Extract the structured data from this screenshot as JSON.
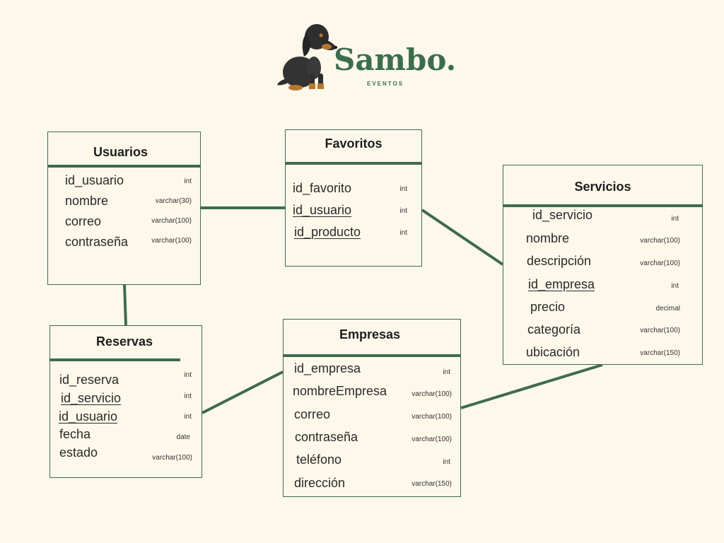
{
  "brand": {
    "name": "Sambo.",
    "subtitle": "EVENTOS",
    "logo_icon": "dachshund-dog-icon"
  },
  "colors": {
    "background": "#fdf8ea",
    "accent": "#3f6b4c"
  },
  "entities": {
    "usuarios": {
      "title": "Usuarios",
      "fields": [
        {
          "name": "id_usuario",
          "type": "int"
        },
        {
          "name": "nombre",
          "type": "varchar(30)"
        },
        {
          "name": "correo",
          "type": "varchar(100)"
        },
        {
          "name": "contraseña",
          "type": "varchar(100)"
        }
      ]
    },
    "favoritos": {
      "title": "Favoritos",
      "fields": [
        {
          "name": "id_favorito",
          "type": "int"
        },
        {
          "name": "id_usuario",
          "type": "int"
        },
        {
          "name": "id_producto",
          "type": "int"
        }
      ]
    },
    "servicios": {
      "title": "Servicios",
      "fields": [
        {
          "name": "id_servicio",
          "type": "int"
        },
        {
          "name": "nombre",
          "type": "varchar(100)"
        },
        {
          "name": "descripción",
          "type": "varchar(100)"
        },
        {
          "name": "id_empresa",
          "type": "int"
        },
        {
          "name": "precio",
          "type": "decimal"
        },
        {
          "name": "categoría",
          "type": "varchar(100)"
        },
        {
          "name": "ubicación",
          "type": "varchar(150)"
        }
      ]
    },
    "reservas": {
      "title": "Reservas",
      "fields": [
        {
          "name": "id_reserva",
          "type": "int"
        },
        {
          "name": "id_servicio",
          "type": "int"
        },
        {
          "name": "id_usuario",
          "type": "int"
        },
        {
          "name": "fecha",
          "type": "date"
        },
        {
          "name": "estado",
          "type": "varchar(100)"
        }
      ]
    },
    "empresas": {
      "title": "Empresas",
      "fields": [
        {
          "name": "id_empresa",
          "type": "int"
        },
        {
          "name": "nombreEmpresa",
          "type": "varchar(100)"
        },
        {
          "name": "correo",
          "type": "varchar(100)"
        },
        {
          "name": "contraseña",
          "type": "varchar(100)"
        },
        {
          "name": "teléfono",
          "type": "int"
        },
        {
          "name": "dirección",
          "type": "varchar(150)"
        }
      ]
    }
  },
  "relationships": [
    {
      "from": "usuarios",
      "to": "favoritos"
    },
    {
      "from": "usuarios",
      "to": "reservas"
    },
    {
      "from": "favoritos",
      "to": "servicios"
    },
    {
      "from": "reservas",
      "to": "empresas"
    },
    {
      "from": "empresas",
      "to": "servicios"
    }
  ]
}
